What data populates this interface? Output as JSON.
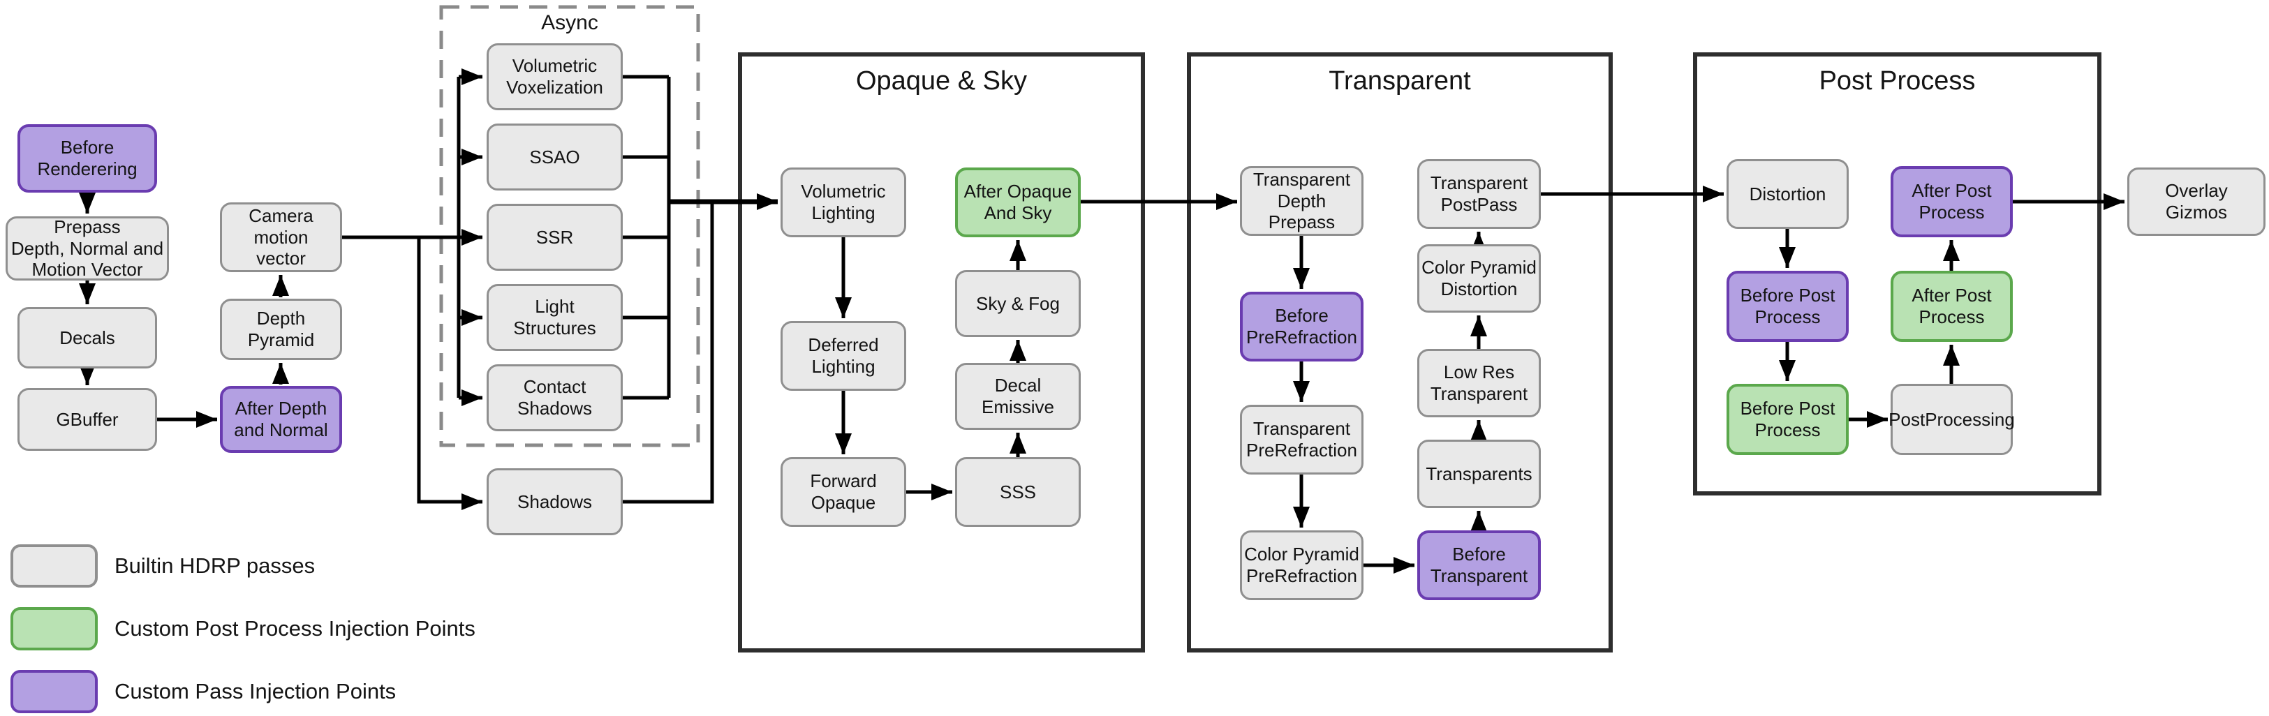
{
  "diagram": {
    "palette": {
      "builtin_fill": "#e9e9e9",
      "builtin_border": "#8f8f8f",
      "custom_post_fill": "#b9e2b3",
      "custom_post_border": "#5ba84c",
      "custom_pass_fill": "#b3a0e2",
      "custom_pass_border": "#6a3cb0",
      "container_border": "#2e2e2e",
      "arrow": "#000000",
      "text": "#141414"
    },
    "groups": [
      {
        "id": "async",
        "label": "Async",
        "style": "dashed"
      },
      {
        "id": "opaque-and-sky",
        "label": "Opaque & Sky",
        "style": "solid"
      },
      {
        "id": "transparent",
        "label": "Transparent",
        "style": "solid"
      },
      {
        "id": "post-process",
        "label": "Post Process",
        "style": "solid"
      }
    ],
    "nodes": [
      {
        "id": "before-rendering",
        "label": "Before\nRenderering",
        "kind": "custom_pass"
      },
      {
        "id": "prepass",
        "label": "Prepass\nDepth, Normal and\nMotion Vector",
        "kind": "builtin"
      },
      {
        "id": "decals",
        "label": "Decals",
        "kind": "builtin"
      },
      {
        "id": "gbuffer",
        "label": "GBuffer",
        "kind": "builtin"
      },
      {
        "id": "camera-motion-vector",
        "label": "Camera motion\nvector",
        "kind": "builtin"
      },
      {
        "id": "depth-pyramid",
        "label": "Depth Pyramid",
        "kind": "builtin"
      },
      {
        "id": "after-depth-and-normal",
        "label": "After Depth\nand Normal",
        "kind": "custom_pass"
      },
      {
        "id": "volumetric-voxelization",
        "label": "Volumetric\nVoxelization",
        "kind": "builtin"
      },
      {
        "id": "ssao",
        "label": "SSAO",
        "kind": "builtin"
      },
      {
        "id": "ssr",
        "label": "SSR",
        "kind": "builtin"
      },
      {
        "id": "light-structures",
        "label": "Light\nStructures",
        "kind": "builtin"
      },
      {
        "id": "contact-shadows",
        "label": "Contact\nShadows",
        "kind": "builtin"
      },
      {
        "id": "shadows",
        "label": "Shadows",
        "kind": "builtin"
      },
      {
        "id": "volumetric-lighting",
        "label": "Volumetric\nLighting",
        "kind": "builtin"
      },
      {
        "id": "deferred-lighting",
        "label": "Deferred\nLighting",
        "kind": "builtin"
      },
      {
        "id": "forward-opaque",
        "label": "Forward\nOpaque",
        "kind": "builtin"
      },
      {
        "id": "sss",
        "label": "SSS",
        "kind": "builtin"
      },
      {
        "id": "decal-emissive",
        "label": "Decal Emissive",
        "kind": "builtin"
      },
      {
        "id": "sky-and-fog",
        "label": "Sky & Fog",
        "kind": "builtin"
      },
      {
        "id": "after-opaque-and-sky",
        "label": "After Opaque\nAnd Sky",
        "kind": "custom_post"
      },
      {
        "id": "transparent-depth-prepass",
        "label": "Transparent\nDepth Prepass",
        "kind": "builtin"
      },
      {
        "id": "before-prerefraction",
        "label": "Before\nPreRefraction",
        "kind": "custom_pass"
      },
      {
        "id": "transparent-prerefraction",
        "label": "Transparent\nPreRefraction",
        "kind": "builtin"
      },
      {
        "id": "color-pyramid-prerefraction",
        "label": "Color Pyramid\nPreRefraction",
        "kind": "builtin"
      },
      {
        "id": "before-transparent",
        "label": "Before\nTransparent",
        "kind": "custom_pass"
      },
      {
        "id": "transparents",
        "label": "Transparents",
        "kind": "builtin"
      },
      {
        "id": "low-res-transparent",
        "label": "Low Res\nTransparent",
        "kind": "builtin"
      },
      {
        "id": "color-pyramid-distortion",
        "label": "Color Pyramid\nDistortion",
        "kind": "builtin"
      },
      {
        "id": "transparent-postpass",
        "label": "Transparent\nPostPass",
        "kind": "builtin"
      },
      {
        "id": "distortion",
        "label": "Distortion",
        "kind": "builtin"
      },
      {
        "id": "before-post-process-pass",
        "label": "Before Post\nProcess",
        "kind": "custom_pass"
      },
      {
        "id": "before-post-process-post",
        "label": "Before Post\nProcess",
        "kind": "custom_post"
      },
      {
        "id": "postprocessing",
        "label": "PostProcessing",
        "kind": "builtin"
      },
      {
        "id": "after-post-process-post",
        "label": "After Post\nProcess",
        "kind": "custom_post"
      },
      {
        "id": "after-post-process-pass",
        "label": "After Post\nProcess",
        "kind": "custom_pass"
      },
      {
        "id": "overlay-gizmos",
        "label": "Overlay\nGizmos",
        "kind": "builtin"
      }
    ],
    "legend": [
      {
        "kind": "builtin",
        "label": "Builtin HDRP passes"
      },
      {
        "kind": "custom_post",
        "label": "Custom Post Process Injection Points"
      },
      {
        "kind": "custom_pass",
        "label": "Custom Pass Injection Points"
      }
    ]
  }
}
